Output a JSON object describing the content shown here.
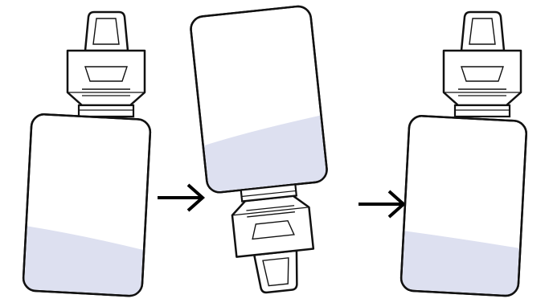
{
  "diagram": {
    "steps": [
      {
        "id": "step-1",
        "state": "upright",
        "liquid_level": 0.25
      },
      {
        "id": "step-2",
        "state": "inverted",
        "liquid_level": 0.33
      },
      {
        "id": "step-3",
        "state": "upright",
        "liquid_level": 0.23
      }
    ],
    "connectors": [
      "arrow-right",
      "arrow-right"
    ],
    "colors": {
      "outline": "#111111",
      "liquid": "#dde0f0",
      "bottle_fill": "#ffffff",
      "arrow": "#000000"
    }
  }
}
